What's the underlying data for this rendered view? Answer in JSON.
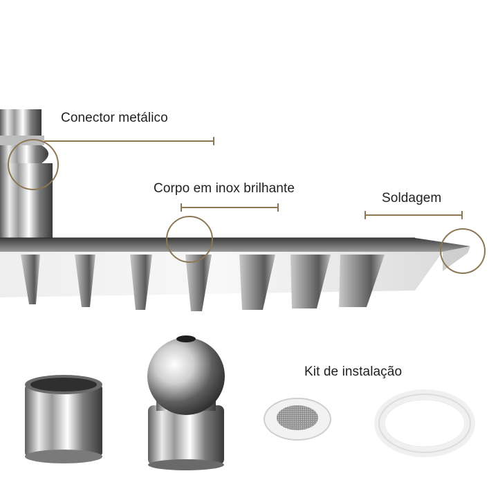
{
  "callouts": {
    "connector": "Conector metálico",
    "body": "Corpo em inox brilhante",
    "weld": "Soldagem",
    "kit": "Kit de instalação"
  },
  "colors": {
    "callout_accent": "#8c7752",
    "text": "#1f1f1f",
    "background": "#ffffff"
  }
}
